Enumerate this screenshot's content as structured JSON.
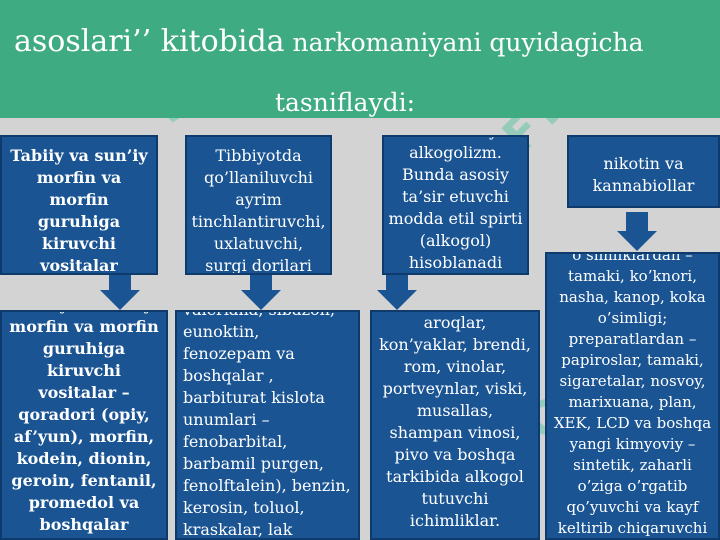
{
  "banner": {
    "line1_a": "asoslari’’ kitobida",
    "line1_b": " narkomaniyani quyidagicha",
    "line2": "tasniflaydi:"
  },
  "top_boxes": [
    "Tabiiy va sun’iy morfin va morfin guruhiga kiruvchi vositalar",
    "Tibbiyotda qo’llaniluvchi ayrim tinchlantiruvchi, uxlatuvchi, surgi dorilari",
    "toksikomaniya – alkogolizm. Bunda asosiy ta’sir etuvchi modda etil spirti (alkogol) hisoblanadi",
    "nikotin va kannabiollar"
  ],
  "bottom_boxes": [
    "Tabiiy va sun’iy morfin va morfin guruhiga kiruvchi vositalar – qoradori (opiy, af’yun), morfin, kodein, dionin, geroin, fentanil, promedol va boshqalar",
    "valeriana, sibazon, eunoktin, fenozepam va boshqalar , barbiturat  kislota unumlari – fenobarbital, barbamil purgen, fenolftalein), benzin, kerosin, toluol, kraskalar, lak",
    "aroqlar, kon’yaklar, brendi, rom, vinolar, portveynlar, viski, musallas, shampan vinosi, pivo va boshqa tarkibida alkogol tutuvchi ichimliklar.",
    "o’simliklardan – tamaki, ko’knori, nasha, kanop, koka o’simligi; preparatlardan – papiroslar, tamaki, sigaretalar, nosvoy, marixuana, plan, XEK, LCD va boshqa yangi kimyoviy – sintetik, zaharli o’ziga o’rgatib qo’yuvchi va kayf keltirib chiqaruvchi moddalar"
  ],
  "watermark": "SOFT",
  "colors": {
    "banner": "#3fab82",
    "box": "#1a5493",
    "background": "#d3d3d3"
  }
}
